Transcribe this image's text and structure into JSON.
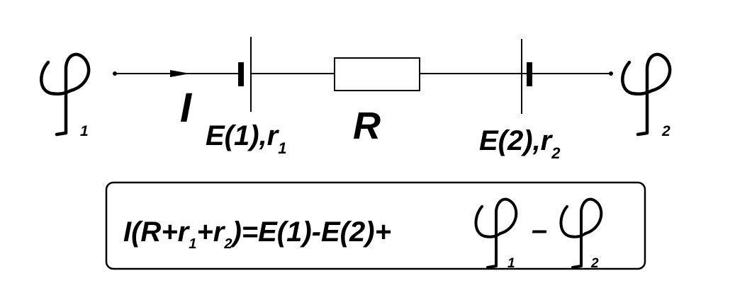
{
  "colors": {
    "ink": "#000000",
    "background": "#ffffff"
  },
  "circuit": {
    "current_label": "I",
    "phi_symbol_1": "φ",
    "phi_symbol_2": "φ",
    "phi_index_1": "1",
    "phi_index_2": "2",
    "emf1_label": "E(1),r",
    "emf1_index": "1",
    "resistor_label": "R",
    "emf2_label": "E(2),r",
    "emf2_index": "2"
  },
  "formula": {
    "lhs_open": "I(R+r",
    "lhs_sub1": "1",
    "lhs_plus": "+r",
    "lhs_sub2": "2",
    "rhs": ")=E(1)-E(2)+",
    "phi1_index": "1",
    "minus": "–",
    "phi2_index": "2"
  }
}
